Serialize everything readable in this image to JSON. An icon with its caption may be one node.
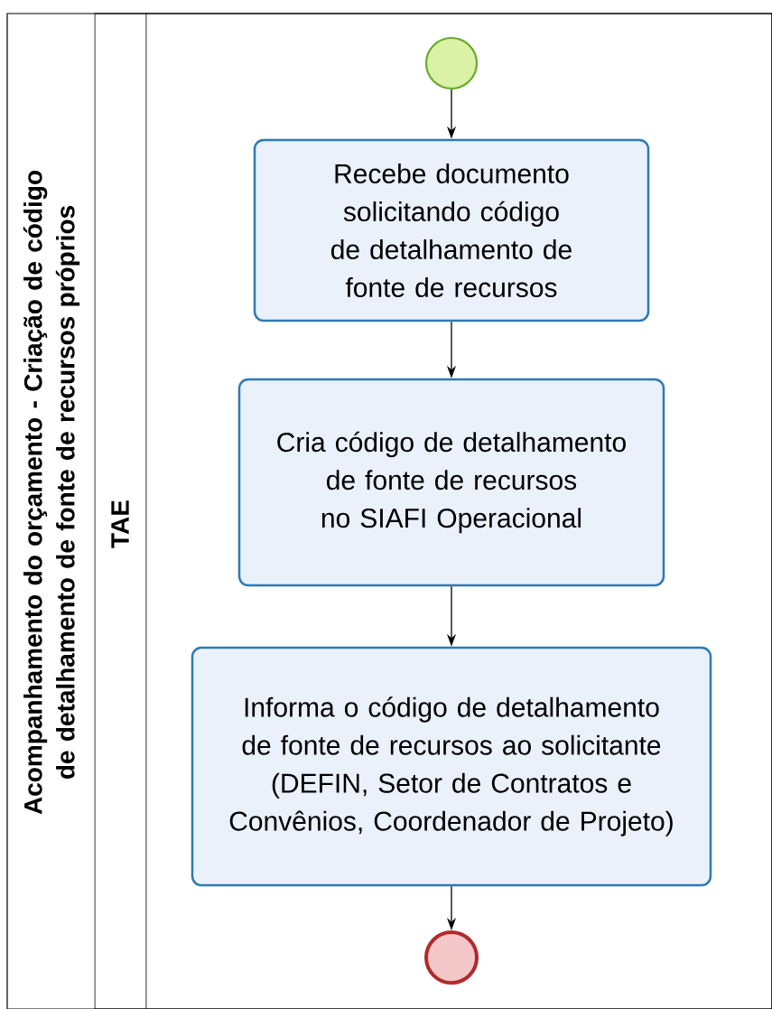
{
  "diagram": {
    "nodes": [
      {
        "text": [
          "Acompanhamento do orçamento - Criação de código de detalhamento de fonte de recursos próprios"
        ]
      },
      {
        "text": [
          "TAE"
        ],
        "in": 0
      },
      {
        "text": [],
        "shape": "circle",
        "in": 1
      },
      {
        "text": [
          "Recebe documento solicitando código de detalhamento de fonte de recursos"
        ],
        "in": 1
      },
      {
        "text": [
          "Cria código de detalhamento de fonte de recursos no SIAFI Operacional"
        ],
        "in": 1
      },
      {
        "text": [
          "Informa o código de detalhamento de fonte de recursos ao solicitante (DEFIN, Setor de Contratos e Convênios, Coordenador de Projeto)"
        ],
        "in": 1
      },
      {
        "text": [],
        "shape": "circle",
        "in": 1
      }
    ],
    "edges": [
      {
        "from": 2,
        "to": 3,
        "arrow": "to"
      },
      {
        "from": 3,
        "to": 4,
        "arrow": "to"
      },
      {
        "from": 4,
        "to": 5,
        "arrow": "to"
      },
      {
        "from": 5,
        "to": 6,
        "arrow": "to"
      }
    ]
  }
}
